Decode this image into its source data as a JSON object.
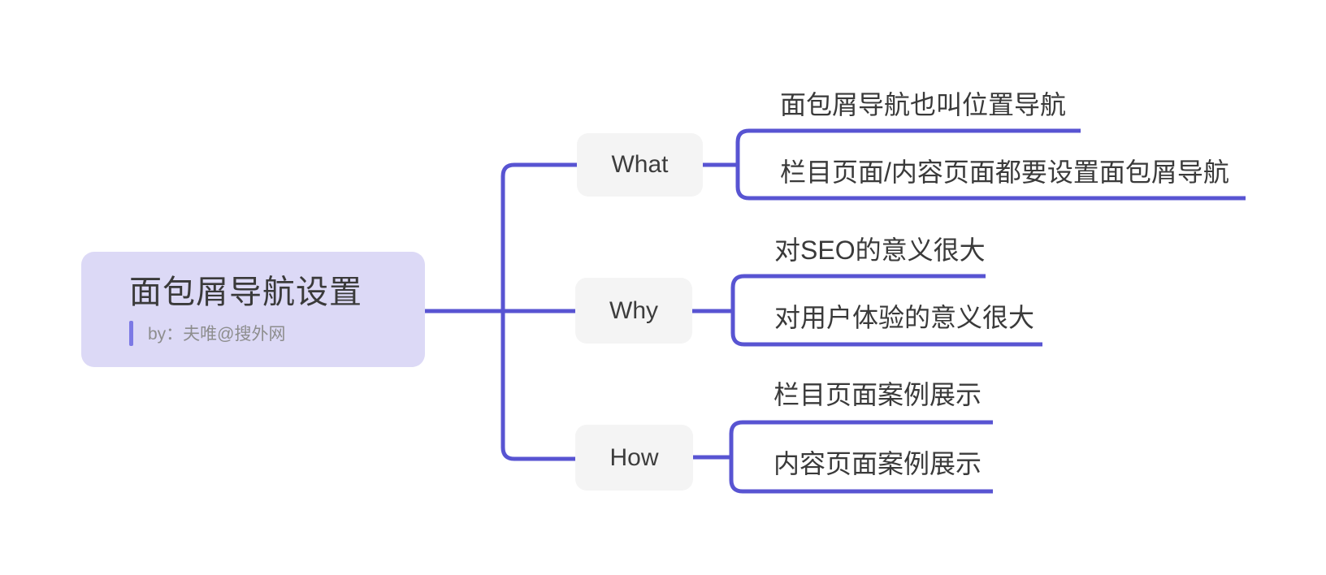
{
  "root": {
    "title": "面包屑导航设置",
    "byline": "by：夫唯@搜外网"
  },
  "branches": [
    {
      "label": "What",
      "children": [
        "面包屑导航也叫位置导航",
        "栏目页面/内容页面都要设置面包屑导航"
      ]
    },
    {
      "label": "Why",
      "children": [
        "对SEO的意义很大",
        "对用户体验的意义很大"
      ]
    },
    {
      "label": "How",
      "children": [
        "栏目页面案例展示",
        "内容页面案例展示"
      ]
    }
  ],
  "colors": {
    "connector": "#5854d2",
    "root_fill": "#dcd9f6",
    "root_title_text": "#3a3a3a",
    "byline_bar": "#7c79e5",
    "byline_text": "#8d8d8d",
    "branch_fill": "#f4f4f4",
    "branch_text": "#3d3d3d",
    "leaf_text": "#3a3a3a",
    "canvas_bg": "#ffffff"
  }
}
